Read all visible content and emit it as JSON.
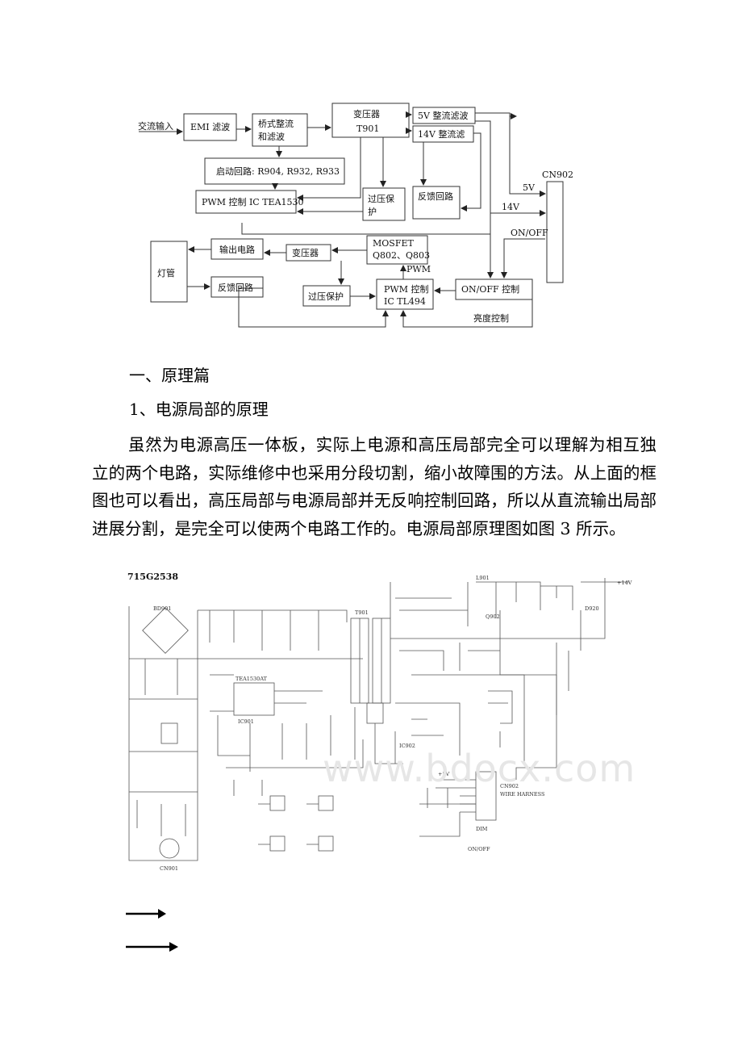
{
  "block_diagram": {
    "ac_input": "交流输入",
    "emi": "EMI 滤波",
    "bridge": [
      "桥式整流",
      "和滤波"
    ],
    "transformer": [
      "变压器",
      "T901"
    ],
    "out_5v": "5V 整流滤波",
    "out_14v": "14V 整流滤",
    "startup": "启动回路: R904, R932, R933",
    "pwm_ic": "PWM 控制 IC TEA1530",
    "overvoltage_1": [
      "过压保",
      "护"
    ],
    "feedback_1": "反馈回路",
    "cn902": "CN902",
    "label_5v": "5V",
    "label_14v": "14V",
    "label_onoff": "ON/OFF",
    "lamp": "灯管",
    "output_circuit": "输出电路",
    "inverter_transformer": "变压器",
    "mosfet": [
      "MOSFET",
      "Q802、Q803"
    ],
    "pwm_label": "PWM",
    "feedback_2": "反馈回路",
    "overvoltage_2": "过压保护",
    "pwm_ic_2": [
      "PWM 控制",
      "IC TL494"
    ],
    "onoff_control": "ON/OFF 控制",
    "brightness": "亮度控制"
  },
  "document": {
    "heading1": "一、原理篇",
    "heading2": "1、电源局部的原理",
    "paragraph": "虽然为电源高压一体板，实际上电源和高压局部完全可以理解为相互独立的两个电路，实际维修中也采用分段切割，缩小故障围的方法。从上面的框图也可以看出，高压局部与电源局部并无反响控制回路，所以从直流输出局部进展分割，是完全可以使两个电路工作的。电源局部原理图如图 3 所示。"
  },
  "schematic": {
    "board_id": "715G2538",
    "watermark": "www.bdocx.com",
    "labels": {
      "bd901": "BD901",
      "t901": "T901",
      "ic901": "IC901",
      "tea1530": "TEA1530AT",
      "cn902": "CN902",
      "harness": "WIRE HARNESS",
      "l901": "L901",
      "cn901": "CN901",
      "ic902": "IC902",
      "q902": "Q902",
      "d920": "D920",
      "onoff": "ON/OFF",
      "plus5v": "+5V",
      "plus14v": "+14V",
      "dim": "DIM"
    }
  }
}
